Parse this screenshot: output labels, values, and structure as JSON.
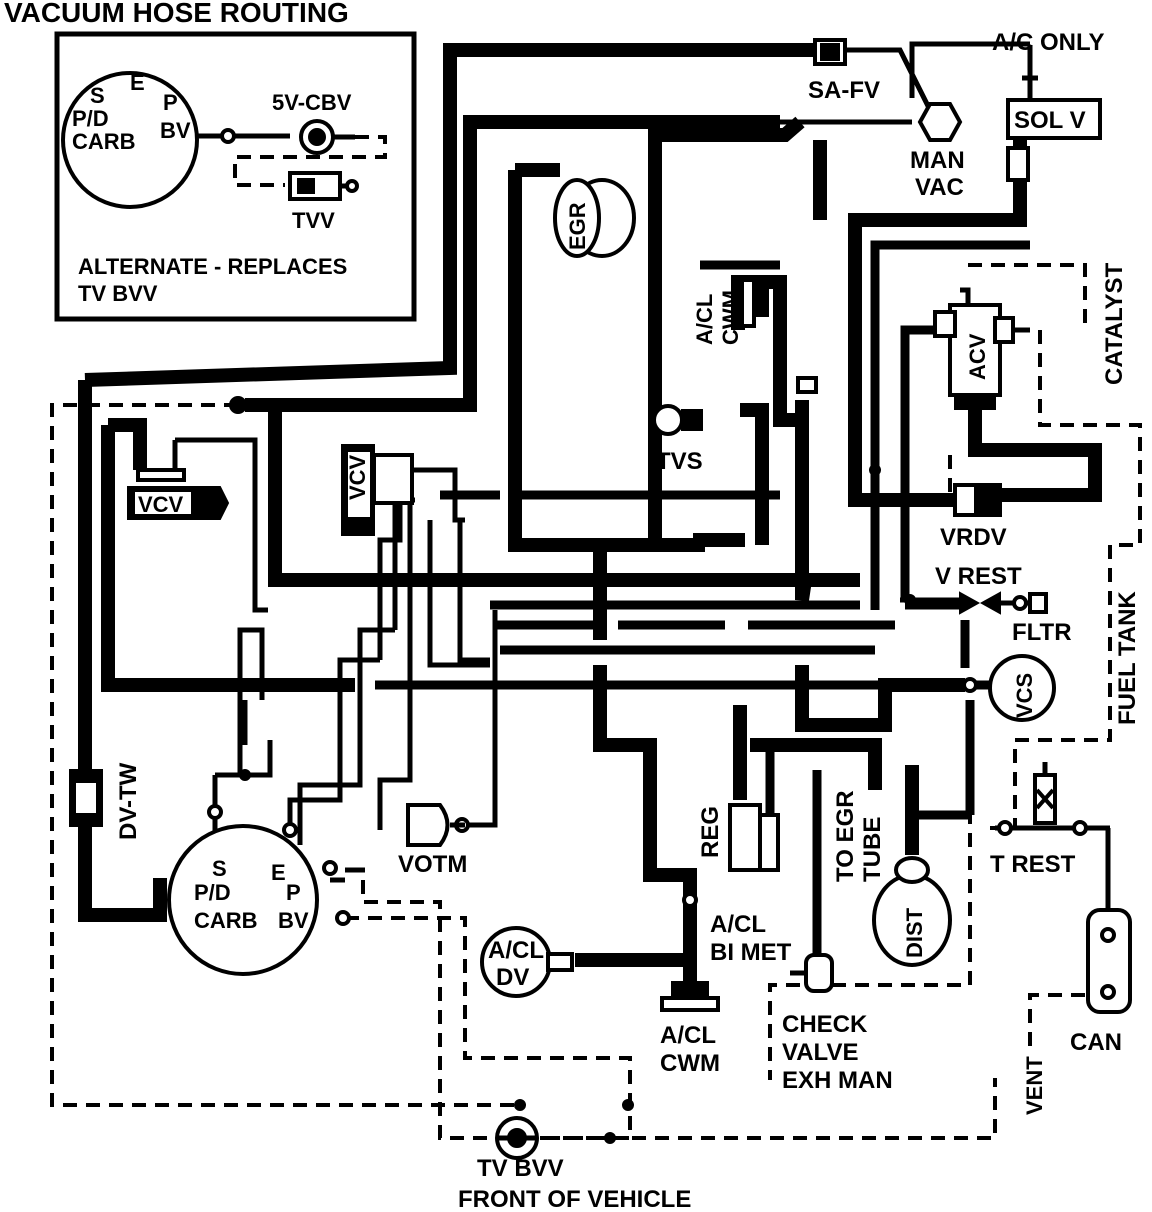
{
  "title": "VACUUM HOSE ROUTING",
  "inset": {
    "carb": {
      "s": "S",
      "e": "E",
      "p": "P",
      "pd": "P/D",
      "carb": "CARB",
      "bv": "BV"
    },
    "cbv": "5V-CBV",
    "tvv": "TVV",
    "note_line1": "ALTERNATE - REPLACES",
    "note_line2": "TV BVV"
  },
  "labels": {
    "ac_only": "A/C ONLY",
    "sa_fv": "SA-FV",
    "sol_v": "SOL V",
    "man": "MAN",
    "vac": "VAC",
    "egr": "EGR",
    "acl_cwm_top_1": "A/CL",
    "acl_cwm_top_2": "CWM",
    "catalyst": "CATALYST",
    "acv": "ACV",
    "vcv_left": "VCV",
    "vcv_mid": "VCV",
    "tvs": "TVS",
    "vrdv": "VRDV",
    "v_rest": "V REST",
    "fltr": "FLTR",
    "fuel_tank": "FUEL TANK",
    "vcs": "VCS",
    "dv_tw": "DV-TW",
    "votm": "VOTM",
    "reg": "REG",
    "to_egr_1": "TO EGR",
    "to_egr_2": "TUBE",
    "t_rest": "T REST",
    "carb_s": "S",
    "carb_e": "E",
    "carb_p": "P",
    "carb_pd": "P/D",
    "carb_carb": "CARB",
    "carb_bv": "BV",
    "acl_bimet_1": "A/CL",
    "acl_bimet_2": "BI MET",
    "acl_dv_1": "A/CL",
    "acl_dv_2": "DV",
    "acl_cwm_bot_1": "A/CL",
    "acl_cwm_bot_2": "CWM",
    "check_1": "CHECK",
    "check_2": "VALVE",
    "check_3": "EXH MAN",
    "dist": "DIST",
    "can": "CAN",
    "vent": "VENT",
    "tv_bvv": "TV BVV",
    "front": "FRONT OF VEHICLE"
  }
}
